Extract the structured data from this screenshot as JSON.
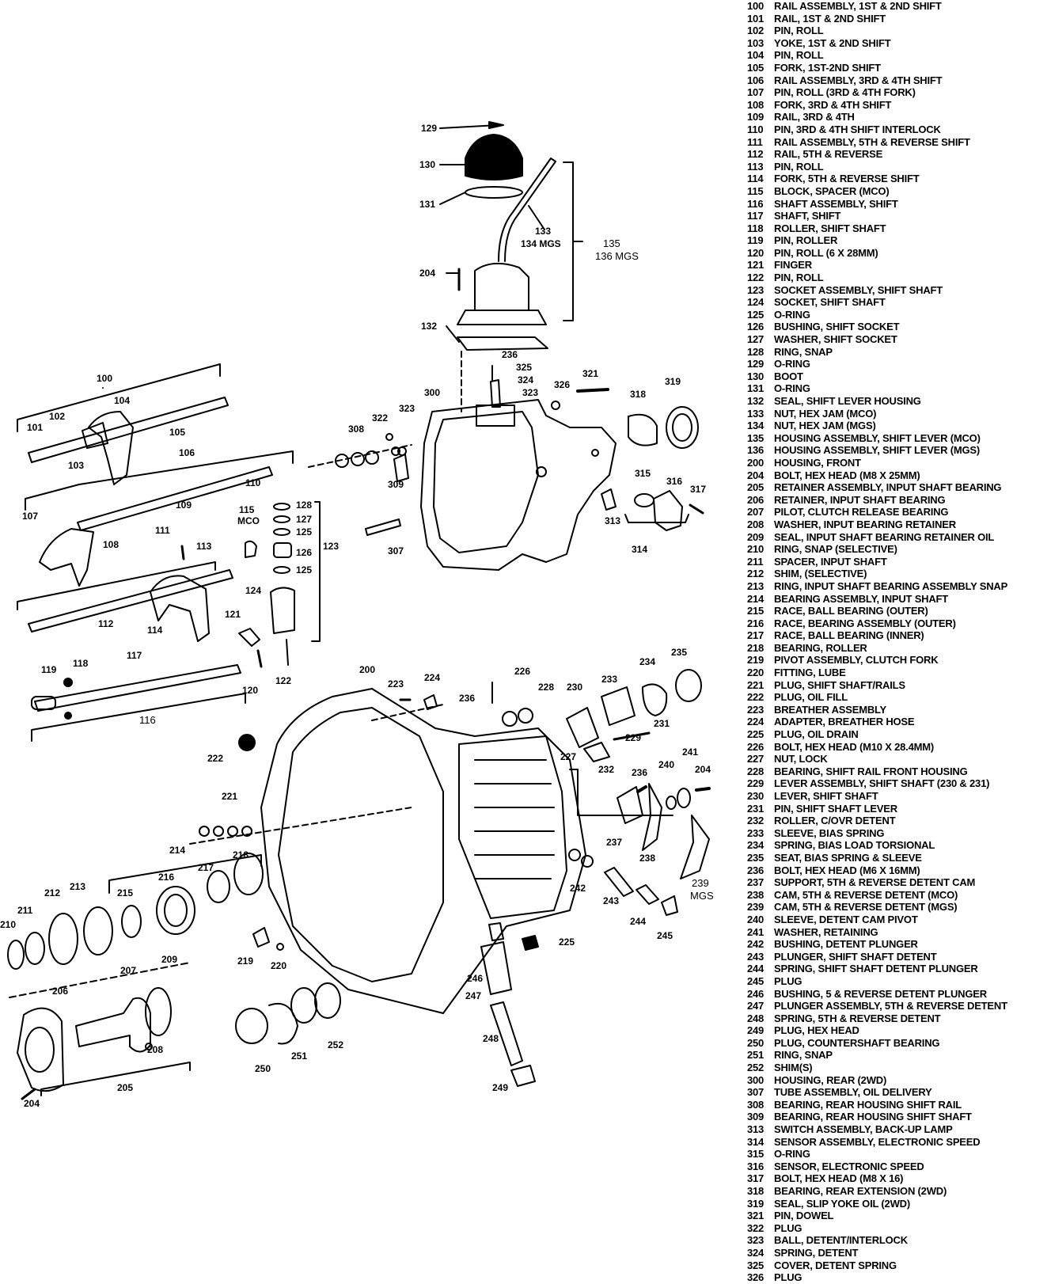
{
  "diagram": {
    "callouts": [
      {
        "id": "c129",
        "text": "129"
      },
      {
        "id": "c130",
        "text": "130"
      },
      {
        "id": "c131",
        "text": "131"
      },
      {
        "id": "c133",
        "text": "133"
      },
      {
        "id": "c134",
        "text": "134 MGS"
      },
      {
        "id": "c135",
        "text": "135"
      },
      {
        "id": "c136",
        "text": "136 MGS"
      },
      {
        "id": "c204a",
        "text": "204"
      },
      {
        "id": "c132",
        "text": "132"
      },
      {
        "id": "c236a",
        "text": "236"
      },
      {
        "id": "c325",
        "text": "325"
      },
      {
        "id": "c324",
        "text": "324"
      },
      {
        "id": "c323a",
        "text": "323"
      },
      {
        "id": "c321",
        "text": "321"
      },
      {
        "id": "c326",
        "text": "326"
      },
      {
        "id": "c318",
        "text": "318"
      },
      {
        "id": "c319",
        "text": "319"
      },
      {
        "id": "c300",
        "text": "300"
      },
      {
        "id": "c322",
        "text": "322"
      },
      {
        "id": "c323b",
        "text": "323"
      },
      {
        "id": "c308",
        "text": "308"
      },
      {
        "id": "c309",
        "text": "309"
      },
      {
        "id": "c315",
        "text": "315"
      },
      {
        "id": "c316",
        "text": "316"
      },
      {
        "id": "c317",
        "text": "317"
      },
      {
        "id": "c313",
        "text": "313"
      },
      {
        "id": "c314",
        "text": "314"
      },
      {
        "id": "c307",
        "text": "307"
      },
      {
        "id": "c100",
        "text": "100"
      },
      {
        "id": "c104",
        "text": "104"
      },
      {
        "id": "c102",
        "text": "102"
      },
      {
        "id": "c101",
        "text": "101"
      },
      {
        "id": "c105",
        "text": "105"
      },
      {
        "id": "c103",
        "text": "103"
      },
      {
        "id": "c106",
        "text": "106"
      },
      {
        "id": "c110",
        "text": "110"
      },
      {
        "id": "c109",
        "text": "109"
      },
      {
        "id": "c115",
        "text": "115"
      },
      {
        "id": "cMCO",
        "text": "MCO"
      },
      {
        "id": "c128",
        "text": "128"
      },
      {
        "id": "c127",
        "text": "127"
      },
      {
        "id": "c125a",
        "text": "125"
      },
      {
        "id": "c126",
        "text": "126"
      },
      {
        "id": "c125b",
        "text": "125"
      },
      {
        "id": "c123",
        "text": "123"
      },
      {
        "id": "c107",
        "text": "107"
      },
      {
        "id": "c108",
        "text": "108"
      },
      {
        "id": "c111",
        "text": "111"
      },
      {
        "id": "c113",
        "text": "113"
      },
      {
        "id": "c124",
        "text": "124"
      },
      {
        "id": "c112",
        "text": "112"
      },
      {
        "id": "c114",
        "text": "114"
      },
      {
        "id": "c121",
        "text": "121"
      },
      {
        "id": "c122",
        "text": "122"
      },
      {
        "id": "c120",
        "text": "120"
      },
      {
        "id": "c117",
        "text": "117"
      },
      {
        "id": "c118",
        "text": "118"
      },
      {
        "id": "c119",
        "text": "119"
      },
      {
        "id": "c116",
        "text": "116"
      },
      {
        "id": "c200",
        "text": "200"
      },
      {
        "id": "c223",
        "text": "223"
      },
      {
        "id": "c224",
        "text": "224"
      },
      {
        "id": "c226",
        "text": "226"
      },
      {
        "id": "c236b",
        "text": "236"
      },
      {
        "id": "c228",
        "text": "228"
      },
      {
        "id": "c230",
        "text": "230"
      },
      {
        "id": "c233",
        "text": "233"
      },
      {
        "id": "c234",
        "text": "234"
      },
      {
        "id": "c235",
        "text": "235"
      },
      {
        "id": "c229",
        "text": "229"
      },
      {
        "id": "c231",
        "text": "231"
      },
      {
        "id": "c227",
        "text": "227"
      },
      {
        "id": "c232",
        "text": "232"
      },
      {
        "id": "c222",
        "text": "222"
      },
      {
        "id": "c236c",
        "text": "236"
      },
      {
        "id": "c240",
        "text": "240"
      },
      {
        "id": "c241",
        "text": "241"
      },
      {
        "id": "c204b",
        "text": "204"
      },
      {
        "id": "c221",
        "text": "221"
      },
      {
        "id": "c237",
        "text": "237"
      },
      {
        "id": "c238",
        "text": "238"
      },
      {
        "id": "c239",
        "text": "239"
      },
      {
        "id": "cMGS",
        "text": "MGS"
      },
      {
        "id": "c214",
        "text": "214"
      },
      {
        "id": "c218",
        "text": "218"
      },
      {
        "id": "c217",
        "text": "217"
      },
      {
        "id": "c216",
        "text": "216"
      },
      {
        "id": "c215",
        "text": "215"
      },
      {
        "id": "c213",
        "text": "213"
      },
      {
        "id": "c212",
        "text": "212"
      },
      {
        "id": "c211",
        "text": "211"
      },
      {
        "id": "c210",
        "text": "210"
      },
      {
        "id": "c242",
        "text": "242"
      },
      {
        "id": "c243",
        "text": "243"
      },
      {
        "id": "c244",
        "text": "244"
      },
      {
        "id": "c245",
        "text": "245"
      },
      {
        "id": "c225",
        "text": "225"
      },
      {
        "id": "c219",
        "text": "219"
      },
      {
        "id": "c220",
        "text": "220"
      },
      {
        "id": "c246",
        "text": "246"
      },
      {
        "id": "c247",
        "text": "247"
      },
      {
        "id": "c207",
        "text": "207"
      },
      {
        "id": "c209",
        "text": "209"
      },
      {
        "id": "c206",
        "text": "206"
      },
      {
        "id": "c208",
        "text": "208"
      },
      {
        "id": "c205",
        "text": "205"
      },
      {
        "id": "c204c",
        "text": "204"
      },
      {
        "id": "c250",
        "text": "250"
      },
      {
        "id": "c251",
        "text": "251"
      },
      {
        "id": "c252",
        "text": "252"
      },
      {
        "id": "c248",
        "text": "248"
      },
      {
        "id": "c249",
        "text": "249"
      }
    ]
  },
  "legend": [
    {
      "num": "100",
      "desc": "RAIL ASSEMBLY, 1ST & 2ND SHIFT"
    },
    {
      "num": "101",
      "desc": "RAIL, 1ST & 2ND SHIFT"
    },
    {
      "num": "102",
      "desc": "PIN, ROLL"
    },
    {
      "num": "103",
      "desc": "YOKE, 1ST & 2ND SHIFT"
    },
    {
      "num": "104",
      "desc": "PIN, ROLL"
    },
    {
      "num": "105",
      "desc": "FORK, 1ST-2ND SHIFT"
    },
    {
      "num": "106",
      "desc": "RAIL ASSEMBLY, 3RD & 4TH SHIFT"
    },
    {
      "num": "107",
      "desc": "PIN, ROLL (3RD & 4TH FORK)"
    },
    {
      "num": "108",
      "desc": "FORK, 3RD & 4TH SHIFT"
    },
    {
      "num": "109",
      "desc": "RAIL, 3RD & 4TH"
    },
    {
      "num": "110",
      "desc": "PIN, 3RD & 4TH SHIFT INTERLOCK"
    },
    {
      "num": "111",
      "desc": "RAIL ASSEMBLY, 5TH & REVERSE SHIFT"
    },
    {
      "num": "112",
      "desc": "RAIL, 5TH & REVERSE"
    },
    {
      "num": "113",
      "desc": "PIN, ROLL"
    },
    {
      "num": "114",
      "desc": "FORK, 5TH & REVERSE SHIFT"
    },
    {
      "num": "115",
      "desc": "BLOCK, SPACER (MCO)"
    },
    {
      "num": "116",
      "desc": "SHAFT ASSEMBLY, SHIFT"
    },
    {
      "num": "117",
      "desc": "SHAFT, SHIFT"
    },
    {
      "num": "118",
      "desc": "ROLLER, SHIFT SHAFT"
    },
    {
      "num": "119",
      "desc": "PIN, ROLLER"
    },
    {
      "num": "120",
      "desc": "PIN, ROLL (6 X 28mm)"
    },
    {
      "num": "121",
      "desc": "FINGER"
    },
    {
      "num": "122",
      "desc": "PIN, ROLL"
    },
    {
      "num": "123",
      "desc": "SOCKET ASSEMBLY, SHIFT SHAFT"
    },
    {
      "num": "124",
      "desc": "SOCKET, SHIFT SHAFT"
    },
    {
      "num": "125",
      "desc": "O-RING"
    },
    {
      "num": "126",
      "desc": "BUSHING, SHIFT SOCKET"
    },
    {
      "num": "127",
      "desc": "WASHER, SHIFT SOCKET"
    },
    {
      "num": "128",
      "desc": "RING, SNAP"
    },
    {
      "num": "129",
      "desc": "O-RING"
    },
    {
      "num": "130",
      "desc": "BOOT"
    },
    {
      "num": "131",
      "desc": "O-RING"
    },
    {
      "num": "132",
      "desc": "SEAL, SHIFT LEVER HOUSING"
    },
    {
      "num": "133",
      "desc": "NUT, HEX JAM (MCO)"
    },
    {
      "num": "134",
      "desc": "NUT, HEX JAM (MGS)"
    },
    {
      "num": "135",
      "desc": "HOUSING ASSEMBLY, SHIFT LEVER (MCO)"
    },
    {
      "num": "136",
      "desc": "HOUSING ASSEMBLY, SHIFT LEVER (MGS)"
    },
    {
      "num": "200",
      "desc": "HOUSING, FRONT"
    },
    {
      "num": "204",
      "desc": "BOLT, HEX HEAD (M8 X 25mm)"
    },
    {
      "num": "205",
      "desc": "RETAINER ASSEMBLY, INPUT SHAFT BEARING"
    },
    {
      "num": "206",
      "desc": "RETAINER, INPUT SHAFT BEARING"
    },
    {
      "num": "207",
      "desc": "PILOT, CLUTCH RELEASE BEARING"
    },
    {
      "num": "208",
      "desc": "WASHER, INPUT BEARING RETAINER"
    },
    {
      "num": "209",
      "desc": "SEAL, INPUT SHAFT BEARING RETAINER OIL"
    },
    {
      "num": "210",
      "desc": "RING, SNAP (SELECTIVE)"
    },
    {
      "num": "211",
      "desc": "SPACER, INPUT SHAFT"
    },
    {
      "num": "212",
      "desc": "SHIM, (SELECTIVE)"
    },
    {
      "num": "213",
      "desc": "RING, INPUT SHAFT BEARING ASSEMBLY SNAP"
    },
    {
      "num": "214",
      "desc": "BEARING ASSEMBLY, INPUT SHAFT"
    },
    {
      "num": "215",
      "desc": "RACE, BALL BEARING (OUTER)"
    },
    {
      "num": "216",
      "desc": "RACE, BEARING ASSEMBLY (OUTER)"
    },
    {
      "num": "217",
      "desc": "RACE, BALL BEARING (INNER)"
    },
    {
      "num": "218",
      "desc": "BEARING, ROLLER"
    },
    {
      "num": "219",
      "desc": "PIVOT ASSEMBLY, CLUTCH FORK"
    },
    {
      "num": "220",
      "desc": "FITTING, LUBE"
    },
    {
      "num": "221",
      "desc": "PLUG, SHIFT SHAFT/RAILS"
    },
    {
      "num": "222",
      "desc": "PLUG, OIL FILL"
    },
    {
      "num": "223",
      "desc": "BREATHER ASSEMBLY"
    },
    {
      "num": "224",
      "desc": "ADAPTER, BREATHER HOSE"
    },
    {
      "num": "225",
      "desc": "PLUG, OIL DRAIN"
    },
    {
      "num": "226",
      "desc": "BOLT, HEX HEAD (M10 X 28.4mm)"
    },
    {
      "num": "227",
      "desc": "NUT, LOCK"
    },
    {
      "num": "228",
      "desc": "BEARING, SHIFT RAIL FRONT HOUSING"
    },
    {
      "num": "229",
      "desc": "LEVER ASSEMBLY, SHIFT SHAFT (230 & 231)"
    },
    {
      "num": "230",
      "desc": "LEVER, SHIFT SHAFT"
    },
    {
      "num": "231",
      "desc": "PIN, SHIFT SHAFT LEVER"
    },
    {
      "num": "232",
      "desc": "ROLLER, C/OVR DETENT"
    },
    {
      "num": "233",
      "desc": "SLEEVE, BIAS SPRING"
    },
    {
      "num": "234",
      "desc": "SPRING, BIAS LOAD TORSIONAL"
    },
    {
      "num": "235",
      "desc": "SEAT, BIAS SPRING & SLEEVE"
    },
    {
      "num": "236",
      "desc": "BOLT, HEX HEAD (M6 X 16mm)"
    },
    {
      "num": "237",
      "desc": "SUPPORT, 5TH & REVERSE DETENT CAM"
    },
    {
      "num": "238",
      "desc": "CAM, 5TH & REVERSE DETENT (MCO)"
    },
    {
      "num": "239",
      "desc": "CAM, 5TH & REVERSE DETENT (MGS)"
    },
    {
      "num": "240",
      "desc": "SLEEVE, DETENT CAM PIVOT"
    },
    {
      "num": "241",
      "desc": "WASHER, RETAINING"
    },
    {
      "num": "242",
      "desc": "BUSHING, DETENT PLUNGER"
    },
    {
      "num": "243",
      "desc": "PLUNGER, SHIFT SHAFT DETENT"
    },
    {
      "num": "244",
      "desc": "SPRING, SHIFT SHAFT DETENT PLUNGER"
    },
    {
      "num": "245",
      "desc": "PLUG"
    },
    {
      "num": "246",
      "desc": "BUSHING, 5 & REVERSE DETENT PLUNGER"
    },
    {
      "num": "247",
      "desc": "PLUNGER ASSEMBLY, 5TH & REVERSE DETENT"
    },
    {
      "num": "248",
      "desc": "SPRING, 5TH & REVERSE DETENT"
    },
    {
      "num": "249",
      "desc": "PLUG, HEX HEAD"
    },
    {
      "num": "250",
      "desc": "PLUG, COUNTERSHAFT BEARING"
    },
    {
      "num": "251",
      "desc": "RING, SNAP"
    },
    {
      "num": "252",
      "desc": "SHIM(S)"
    },
    {
      "num": "300",
      "desc": "HOUSING, REAR (2WD)"
    },
    {
      "num": "307",
      "desc": "TUBE ASSEMBLY, OIL DELIVERY"
    },
    {
      "num": "308",
      "desc": "BEARING, REAR HOUSING SHIFT RAIL"
    },
    {
      "num": "309",
      "desc": "BEARING, REAR HOUSING SHIFT SHAFT"
    },
    {
      "num": "313",
      "desc": "SWITCH ASSEMBLY, BACK-UP LAMP"
    },
    {
      "num": "314",
      "desc": "SENSOR ASSEMBLY, ELECTRONIC SPEED"
    },
    {
      "num": "315",
      "desc": "O-RING"
    },
    {
      "num": "316",
      "desc": "SENSOR, ELECTRONIC SPEED"
    },
    {
      "num": "317",
      "desc": "BOLT, HEX HEAD (M8 X 16)"
    },
    {
      "num": "318",
      "desc": "BEARING, REAR EXTENSION (2WD)"
    },
    {
      "num": "319",
      "desc": "SEAL, SLIP YOKE OIL (2WD)"
    },
    {
      "num": "321",
      "desc": "PIN, DOWEL"
    },
    {
      "num": "322",
      "desc": "PLUG"
    },
    {
      "num": "323",
      "desc": "BALL, DETENT/INTERLOCK"
    },
    {
      "num": "324",
      "desc": "SPRING, DETENT"
    },
    {
      "num": "325",
      "desc": "COVER, DETENT SPRING"
    },
    {
      "num": "326",
      "desc": "PLUG"
    }
  ]
}
